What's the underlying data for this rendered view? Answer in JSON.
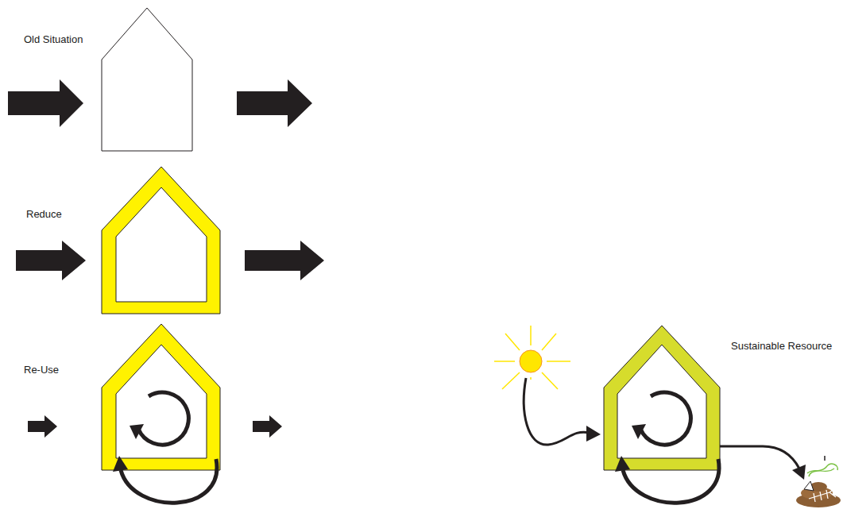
{
  "diagram": {
    "labels": [
      "Old Situation",
      "Reduce",
      "Re-Use",
      "Sustainable Resource"
    ]
  }
}
